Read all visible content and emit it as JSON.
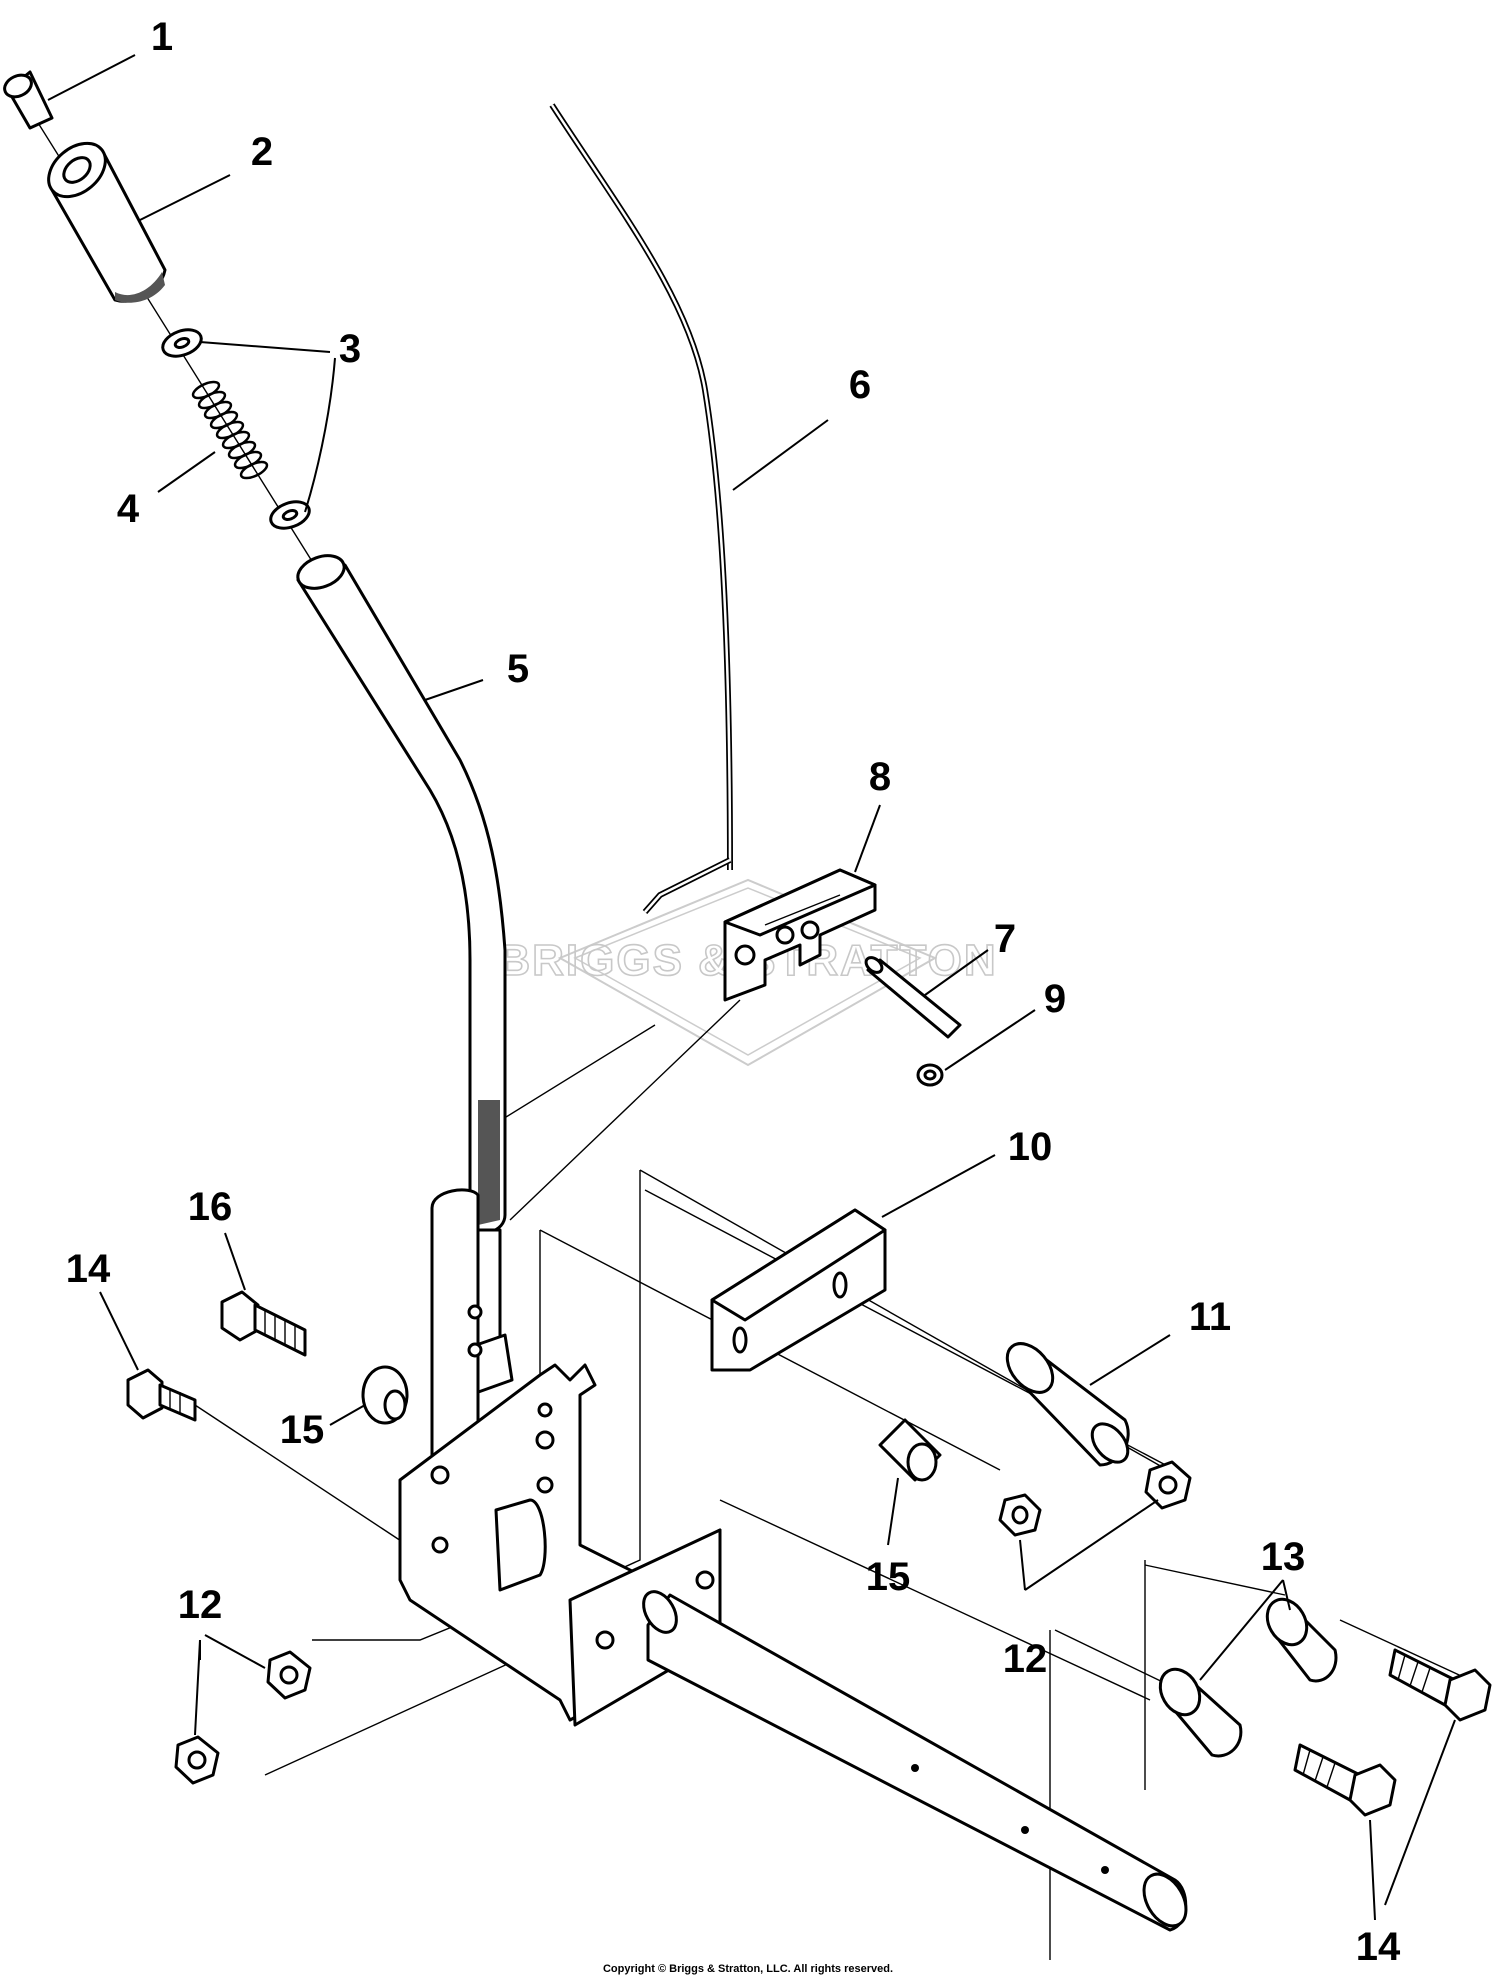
{
  "callouts": {
    "c1": "1",
    "c2": "2",
    "c3a": "3",
    "c3b": "3",
    "c4": "4",
    "c5": "5",
    "c6": "6",
    "c7": "7",
    "c8": "8",
    "c9": "9",
    "c10": "10",
    "c11": "11",
    "c12a": "12",
    "c12b": "12",
    "c13": "13",
    "c14a": "14",
    "c14b": "14",
    "c15a": "15",
    "c15b": "15",
    "c16": "16"
  },
  "watermark": "BRIGGS & STRATTON",
  "copyright": "Copyright © Briggs & Stratton, LLC. All rights reserved.",
  "colors": {
    "line": "#000000",
    "watermark": "#c8c8c8",
    "background": "#ffffff"
  }
}
